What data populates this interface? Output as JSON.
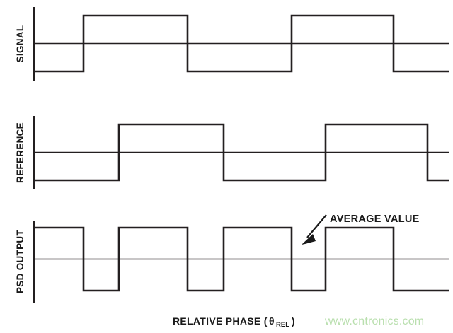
{
  "figure": {
    "title_present": false,
    "background": "#ffffff",
    "stroke_color": "#231f20",
    "text_color": "#1a1a1a",
    "watermark": {
      "text": "www.cntronics.com",
      "color": "#b9dfae"
    },
    "xaxis": {
      "label_main": "RELATIVE PHASE (",
      "label_theta": "θ",
      "label_sub": "REL",
      "label_close": ")"
    },
    "annotation": {
      "label": "AVERAGE VALUE"
    }
  },
  "chart_data": {
    "type": "line",
    "title": "",
    "xlabel": "RELATIVE PHASE (θREL)",
    "ylabel": "",
    "grid": false,
    "legend": "none",
    "description": "Three stacked square-wave timing traces: SIGNAL, REFERENCE and PSD OUTPUT versus relative phase.",
    "x": [
      0,
      70,
      120,
      217,
      268,
      364,
      412,
      508,
      556,
      592
    ],
    "xlim": [
      0,
      592
    ],
    "traces": [
      {
        "name": "SIGNAL",
        "row": 0,
        "ylim": [
          -1,
          1
        ],
        "baseline": 0,
        "period": 292,
        "duty": 0.5,
        "start_level": -1,
        "transitions": [
          {
            "x": 70,
            "to": 1
          },
          {
            "x": 217,
            "to": -1
          },
          {
            "x": 364,
            "to": 1
          },
          {
            "x": 508,
            "to": -1
          }
        ],
        "levels": [
          -1,
          1,
          -1,
          1,
          -1
        ]
      },
      {
        "name": "REFERENCE",
        "row": 1,
        "ylim": [
          -1,
          1
        ],
        "baseline": 0,
        "period": 292,
        "duty": 0.5,
        "phase_offset": 50,
        "start_level": -1,
        "transitions": [
          {
            "x": 120,
            "to": 1
          },
          {
            "x": 268,
            "to": -1
          },
          {
            "x": 412,
            "to": 1
          },
          {
            "x": 556,
            "to": -1
          }
        ],
        "levels": [
          -1,
          1,
          -1,
          1,
          -1
        ]
      },
      {
        "name": "PSD OUTPUT",
        "row": 2,
        "ylim": [
          -1,
          1
        ],
        "baseline": 0,
        "description": "Product of SIGNAL and REFERENCE; asymmetric duty cycle giving a nonzero average value.",
        "start_level": 1,
        "transitions": [
          {
            "x": 70,
            "to": -1
          },
          {
            "x": 120,
            "to": 1
          },
          {
            "x": 217,
            "to": -1
          },
          {
            "x": 268,
            "to": 1
          },
          {
            "x": 364,
            "to": -1
          },
          {
            "x": 412,
            "to": 1
          },
          {
            "x": 508,
            "to": -1
          }
        ],
        "levels": [
          1,
          -1,
          1,
          -1,
          1,
          -1,
          1,
          -1
        ]
      }
    ]
  },
  "rows": [
    {
      "label": "SIGNAL"
    },
    {
      "label": "REFERENCE"
    },
    {
      "label": "PSD OUTPUT"
    }
  ]
}
